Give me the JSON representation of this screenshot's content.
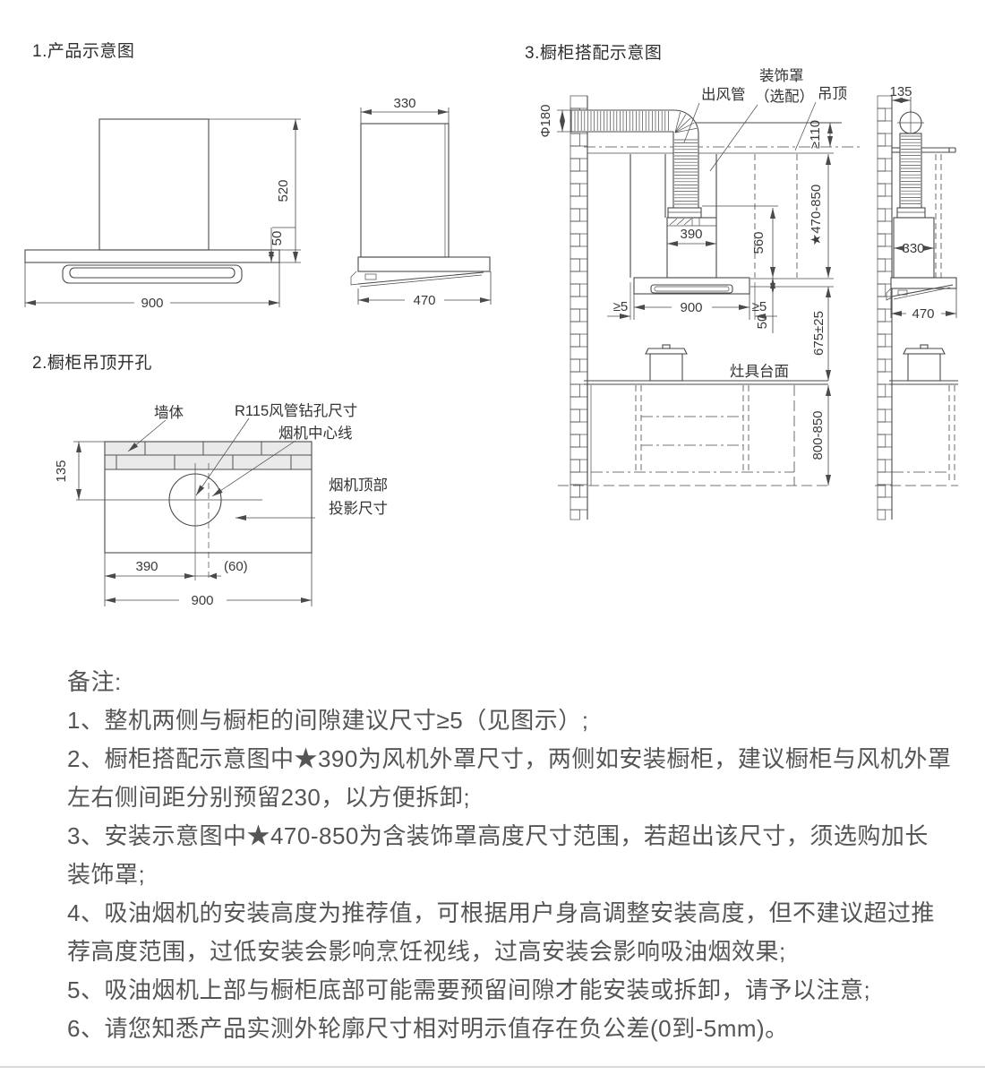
{
  "colors": {
    "line": "#4a4a4a",
    "dim_text": "#3a3a3a",
    "note_text": "#555555",
    "brick_fill": "#eaeaea"
  },
  "section1": {
    "title": "1.产品示意图",
    "front": {
      "width": "900",
      "height": "520",
      "body_height": "50"
    },
    "side": {
      "top_width": "330",
      "depth": "470"
    }
  },
  "section2": {
    "title": "2.橱柜吊顶开孔",
    "labels": {
      "wall": "墙体",
      "hole": "R115风管钻孔尺寸",
      "centerline": "烟机中心线",
      "projection1": "烟机顶部",
      "projection2": "投影尺寸"
    },
    "dims": {
      "top_offset": "135",
      "center_from_left": "390",
      "hole_offset": "(60)",
      "width": "900"
    }
  },
  "section3": {
    "title": "3.橱柜搭配示意图",
    "labels": {
      "duct": "出风管",
      "cover1": "装饰罩",
      "cover2": "（选配）",
      "ceiling": "吊顶",
      "countertop": "灶具台面"
    },
    "dims": {
      "duct_diameter": "Φ180",
      "ceiling_gap": "≥110",
      "cover_height_range": "★470-850",
      "fan_cover_width": "390",
      "duct_section_height": "560",
      "side_gap_left": "≥5",
      "side_gap_right": "≥5",
      "hood_width": "900",
      "body_height": "50",
      "hood_to_counter": "675±25",
      "counter_height": "800-850",
      "wall_to_duct_center": "135",
      "top_depth": "330",
      "depth": "470"
    }
  },
  "notes": {
    "lines": [
      "备注:",
      "1、整机两侧与橱柜的间隙建议尺寸≥5（见图示）;",
      "2、橱柜搭配示意图中★390为风机外罩尺寸，两侧如安装橱柜，建议橱柜与风机外罩",
      "左右侧间距分别预留230，以方便拆卸;",
      "3、安装示意图中★470-850为含装饰罩高度尺寸范围，若超出该尺寸，须选购加长",
      "装饰罩;",
      "4、吸油烟机的安装高度为推荐值，可根据用户身高调整安装高度，但不建议超过推",
      "荐高度范围，过低安装会影响烹饪视线，过高安装会影响吸油烟效果;",
      "5、吸油烟机上部与橱柜底部可能需要预留间隙才能安装或拆卸，请予以注意;",
      "6、请您知悉产品实测外轮廓尺寸相对明示值存在负公差(0到-5mm)。"
    ]
  }
}
